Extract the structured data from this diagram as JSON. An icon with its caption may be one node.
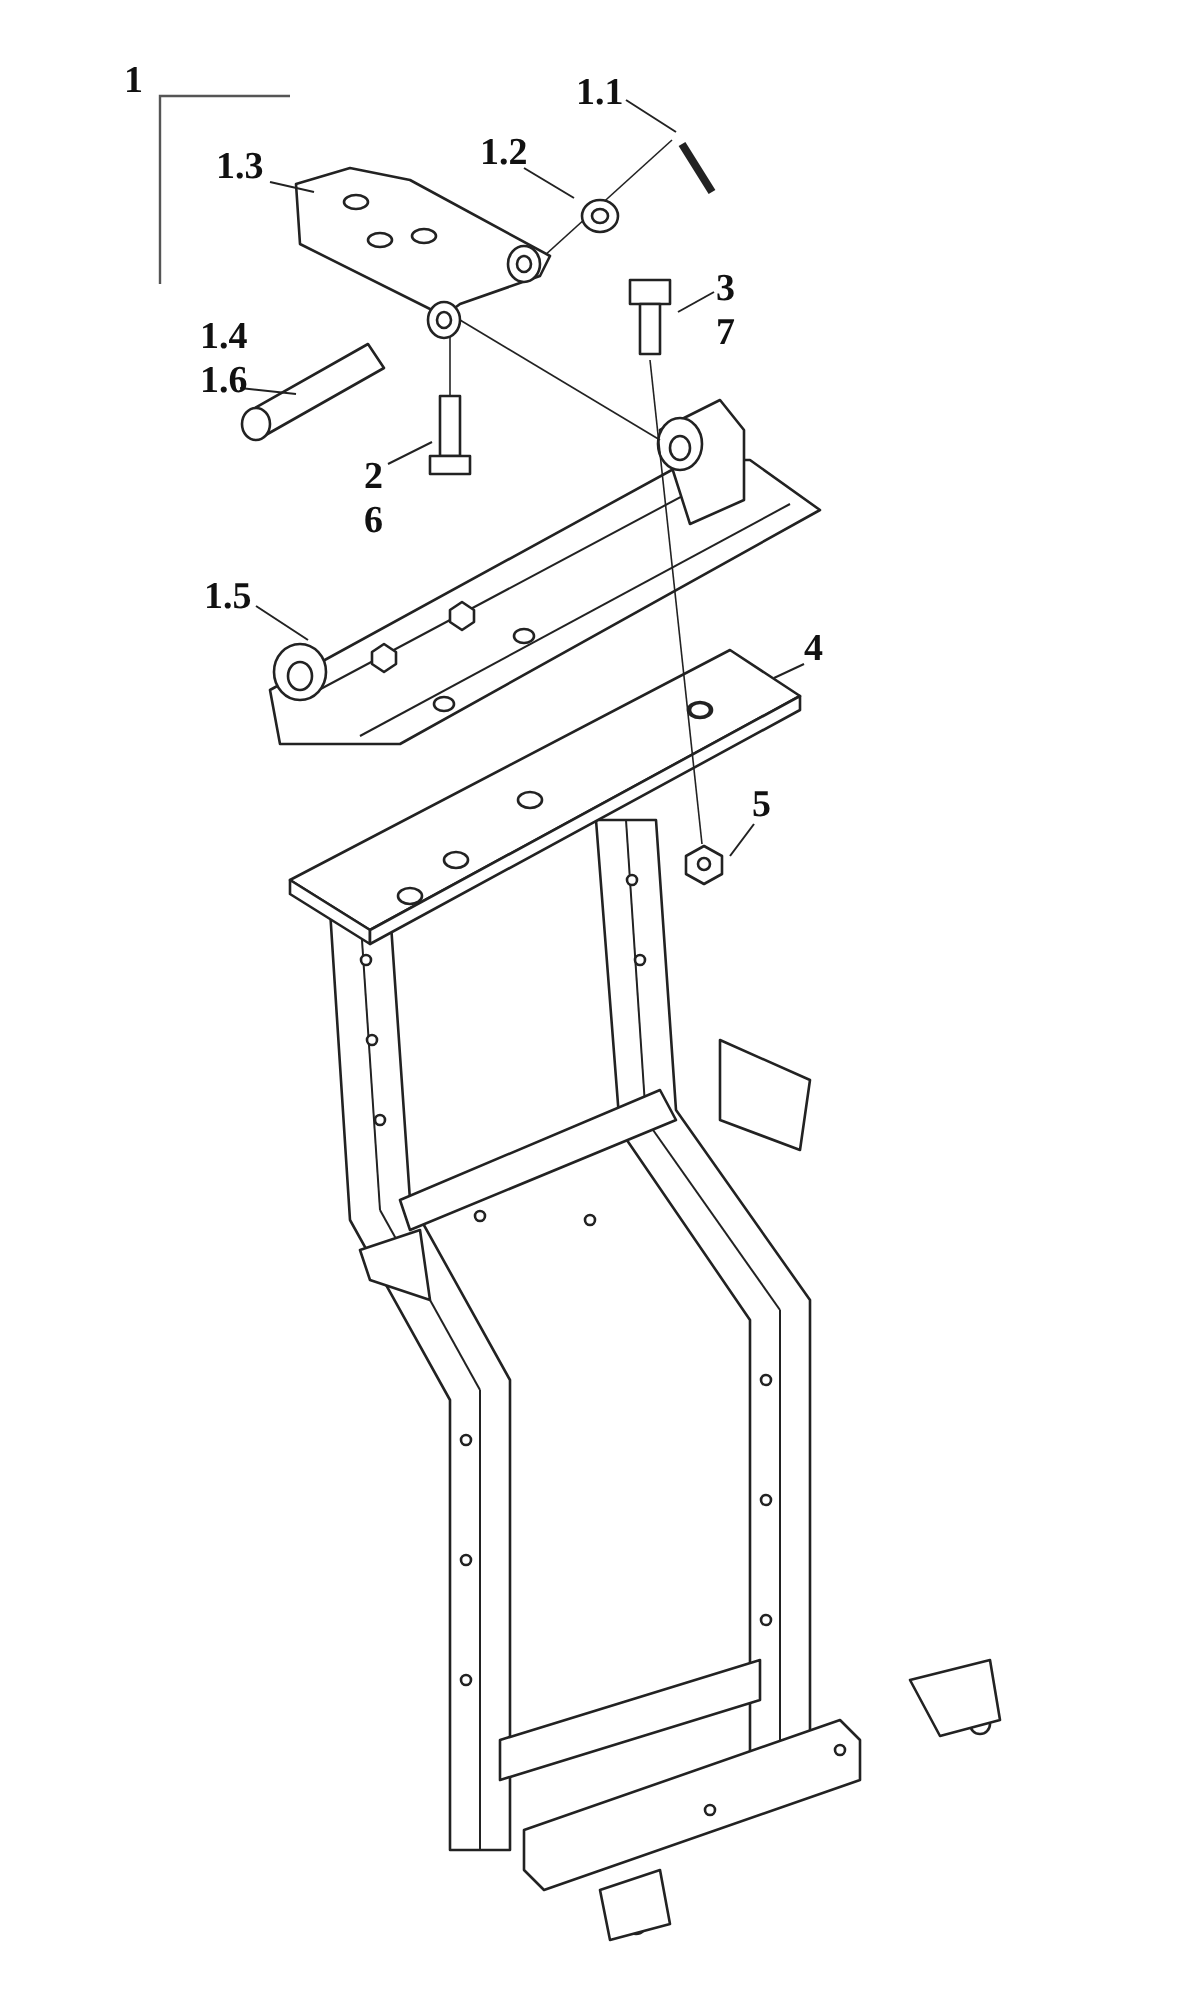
{
  "diagram": {
    "nodes": [
      {
        "text": [
          "1.1"
        ]
      },
      {
        "text": [
          "1.2"
        ]
      },
      {
        "text": [
          "1.3"
        ]
      },
      {
        "text": [
          "3",
          "7"
        ]
      },
      {
        "text": [
          "1.4",
          "1.6"
        ]
      },
      {
        "text": [
          "2",
          "6"
        ]
      },
      {
        "text": [
          "1.5"
        ]
      },
      {
        "text": [
          "4"
        ]
      },
      {
        "text": [
          "5"
        ]
      }
    ],
    "edges": [
      {
        "from": 0,
        "to": null,
        "arrow": "none"
      },
      {
        "from": 1,
        "to": null,
        "arrow": "none"
      },
      {
        "from": 2,
        "to": null,
        "arrow": "none"
      },
      {
        "from": 3,
        "to": null,
        "arrow": "none"
      },
      {
        "from": 4,
        "to": null,
        "arrow": "none"
      },
      {
        "from": 5,
        "to": null,
        "arrow": "none"
      },
      {
        "from": 6,
        "to": null,
        "arrow": "none"
      },
      {
        "from": 7,
        "to": null,
        "arrow": "none"
      },
      {
        "from": 8,
        "to": null,
        "arrow": "none"
      }
    ],
    "labels": [
      "1"
    ]
  }
}
